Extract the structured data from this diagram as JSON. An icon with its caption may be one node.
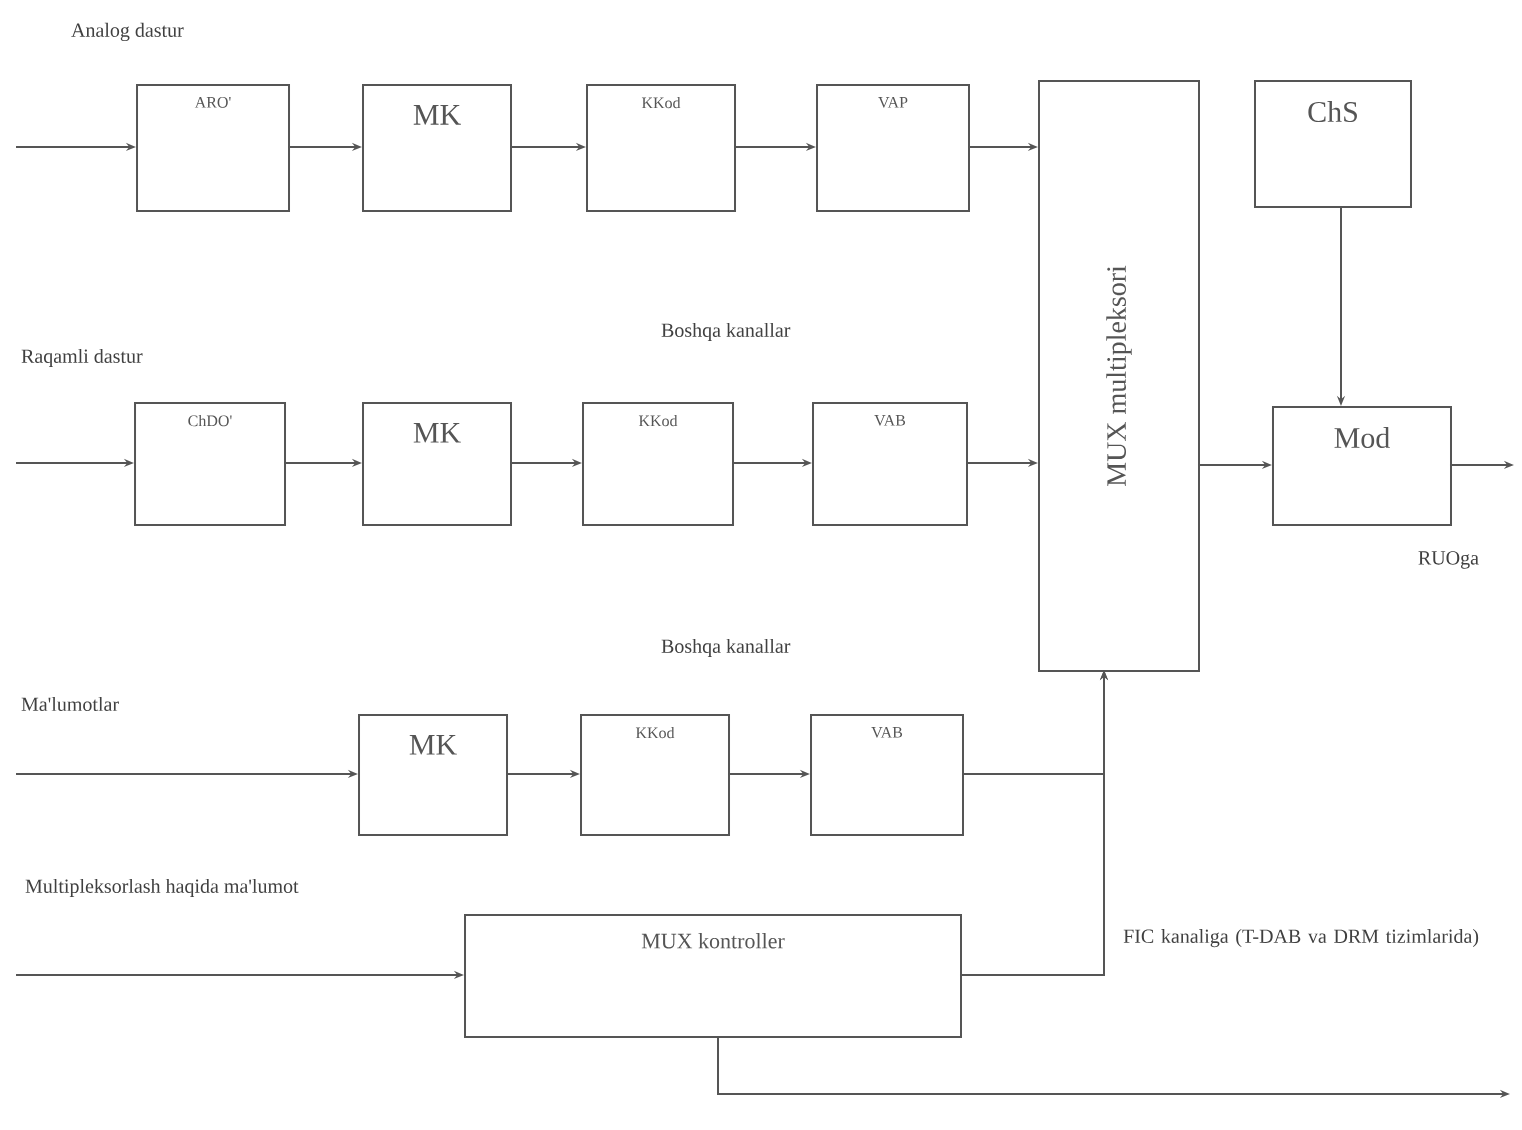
{
  "diagram": {
    "nodes": [
      {
        "text": [
          "ARO'"
        ]
      },
      {
        "text": [
          "MK"
        ]
      },
      {
        "text": [
          "KKod"
        ]
      },
      {
        "text": [
          "VAP"
        ]
      },
      {
        "text": [
          "MUX multipleksori"
        ]
      },
      {
        "text": [
          "ChS"
        ]
      },
      {
        "text": [
          "ChDO'"
        ]
      },
      {
        "text": [
          "MK"
        ]
      },
      {
        "text": [
          "KKod"
        ]
      },
      {
        "text": [
          "VAB"
        ]
      },
      {
        "text": [
          "Mod"
        ]
      },
      {
        "text": [
          "MK"
        ]
      },
      {
        "text": [
          "KKod"
        ]
      },
      {
        "text": [
          "VAB"
        ]
      },
      {
        "text": [
          "MUX kontroller"
        ]
      }
    ],
    "edges": [
      {
        "from": null,
        "to": 0,
        "arrow": "to"
      },
      {
        "from": 0,
        "to": 1,
        "arrow": "to"
      },
      {
        "from": 1,
        "to": 2,
        "arrow": "to"
      },
      {
        "from": 2,
        "to": 3,
        "arrow": "to"
      },
      {
        "from": 3,
        "to": 4,
        "arrow": "to"
      },
      {
        "from": null,
        "to": 6,
        "arrow": "to"
      },
      {
        "from": 6,
        "to": 7,
        "arrow": "to"
      },
      {
        "from": 7,
        "to": 8,
        "arrow": "to"
      },
      {
        "from": 8,
        "to": 9,
        "arrow": "to"
      },
      {
        "from": 9,
        "to": 4,
        "arrow": "to"
      },
      {
        "from": null,
        "to": 11,
        "arrow": "to"
      },
      {
        "from": 11,
        "to": 12,
        "arrow": "to"
      },
      {
        "from": 12,
        "to": 13,
        "arrow": "to"
      },
      {
        "from": 13,
        "to": 4,
        "arrow": "to"
      },
      {
        "from": null,
        "to": 14,
        "arrow": "to"
      },
      {
        "from": 14,
        "to": 4,
        "arrow": "to"
      },
      {
        "from": 4,
        "to": 10,
        "arrow": "to"
      },
      {
        "from": 5,
        "to": 10,
        "arrow": "to"
      },
      {
        "from": 10,
        "to": null,
        "arrow": "to"
      },
      {
        "from": 14,
        "to": null,
        "arrow": "to"
      }
    ],
    "labels": [
      "Analog dastur",
      "Raqamli dastur",
      "Boshqa kanallar",
      "RUOga",
      "Boshqa kanallar",
      "Ma'lumotlar",
      "Multipleksorlash haqida ma'lumot",
      "FIC kanaliga (T-DAB va DRM tizimlarida)"
    ]
  }
}
